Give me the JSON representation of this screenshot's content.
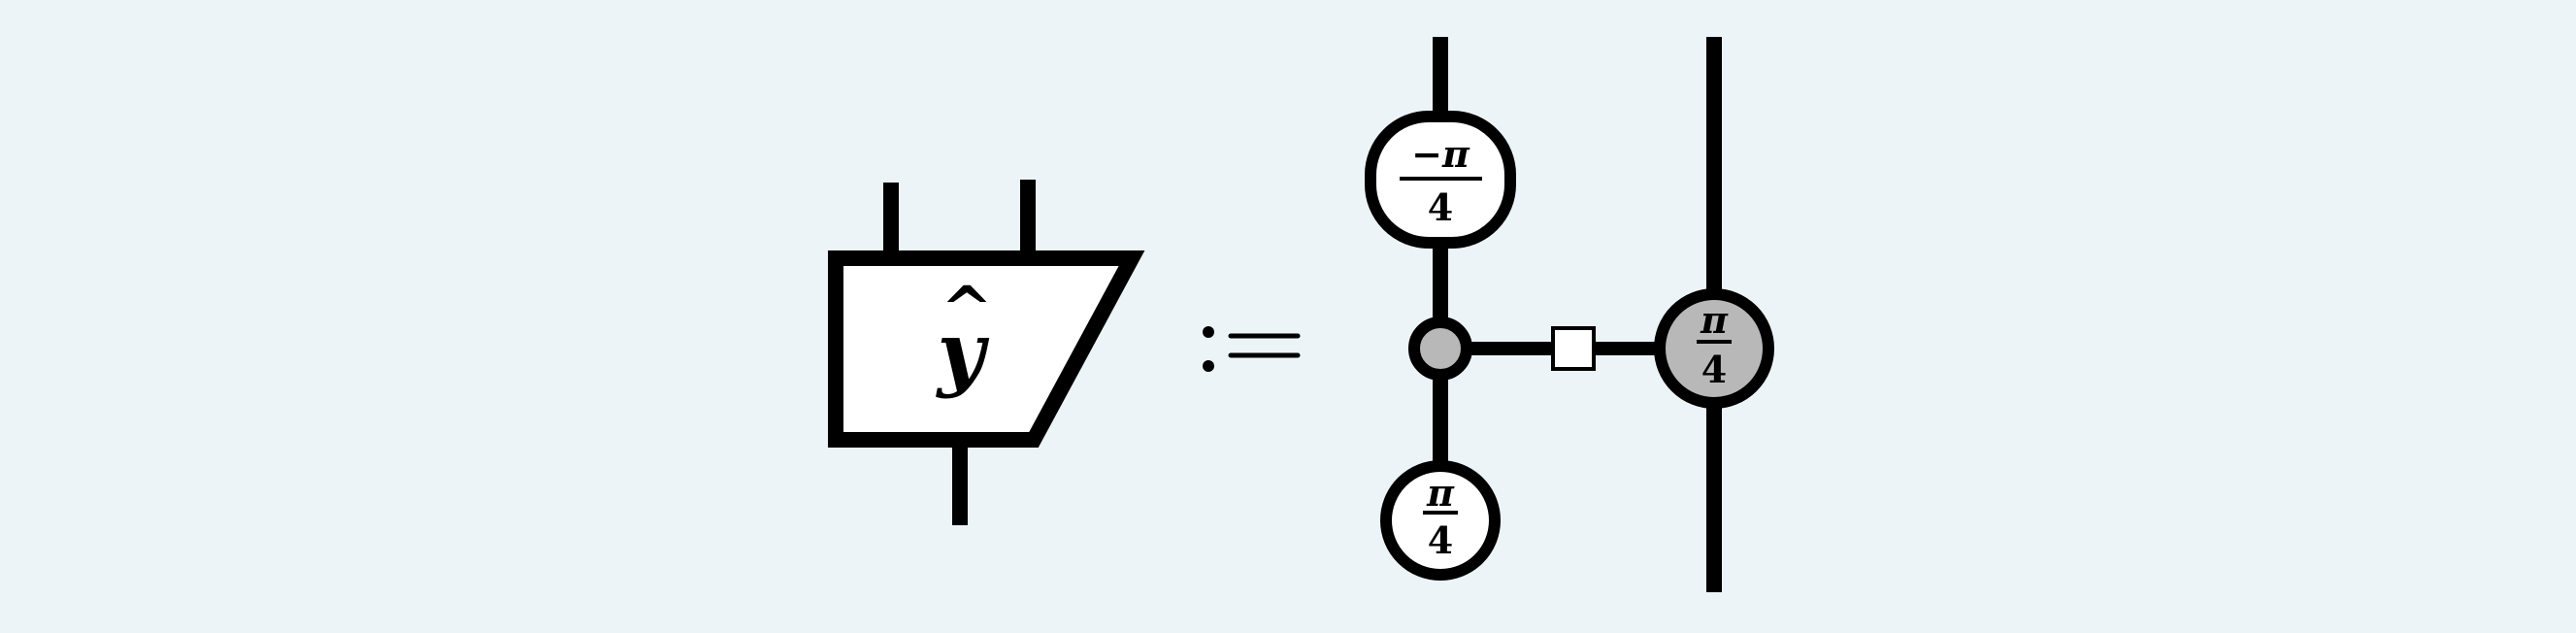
{
  "lhs": {
    "box_symbol": "y",
    "box_accent": "^"
  },
  "definition_symbol": ":=",
  "rhs": {
    "top_rounded_box": {
      "numerator": "−π",
      "denominator": "4"
    },
    "bottom_spider": {
      "numerator": "π",
      "denominator": "4"
    },
    "right_spider": {
      "numerator": "π",
      "denominator": "4"
    }
  },
  "colors": {
    "background": "#ecf4f7",
    "stroke": "#000000",
    "white_fill": "#ffffff",
    "grey_fill": "#b8b8b8"
  }
}
